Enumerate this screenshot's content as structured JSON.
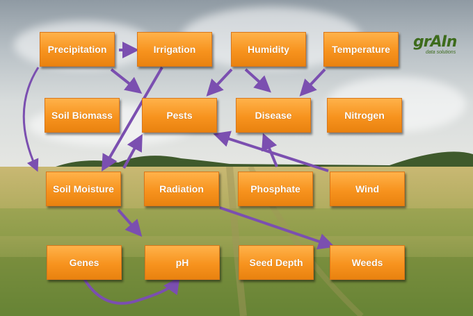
{
  "nodes": {
    "precipitation": "Precipitation",
    "irrigation": "Irrigation",
    "humidity": "Humidity",
    "temperature": "Temperature",
    "soil_biomass": "Soil Biomass",
    "pests": "Pests",
    "disease": "Disease",
    "nitrogen": "Nitrogen",
    "soil_moisture": "Soil Moisture",
    "radiation": "Radiation",
    "phosphate": "Phosphate",
    "wind": "Wind",
    "genes": "Genes",
    "ph": "pH",
    "seed_depth": "Seed Depth",
    "weeds": "Weeds"
  },
  "edges": [
    {
      "from": "precipitation",
      "to": "irrigation"
    },
    {
      "from": "precipitation",
      "to": "pests"
    },
    {
      "from": "precipitation",
      "to": "soil_moisture"
    },
    {
      "from": "irrigation",
      "to": "soil_moisture"
    },
    {
      "from": "humidity",
      "to": "pests"
    },
    {
      "from": "humidity",
      "to": "disease"
    },
    {
      "from": "temperature",
      "to": "disease"
    },
    {
      "from": "soil_moisture",
      "to": "pests"
    },
    {
      "from": "soil_moisture",
      "to": "ph"
    },
    {
      "from": "phosphate",
      "to": "disease"
    },
    {
      "from": "wind",
      "to": "pests"
    },
    {
      "from": "radiation",
      "to": "weeds"
    },
    {
      "from": "genes",
      "to": "ph"
    }
  ],
  "logo": {
    "mark": "grAIn",
    "tagline": "data solutions"
  },
  "colors": {
    "box_fill": "#f7931e",
    "box_text": "#ffffff",
    "arrow": "#7b4fb0",
    "logo": "#3d6b1c"
  }
}
